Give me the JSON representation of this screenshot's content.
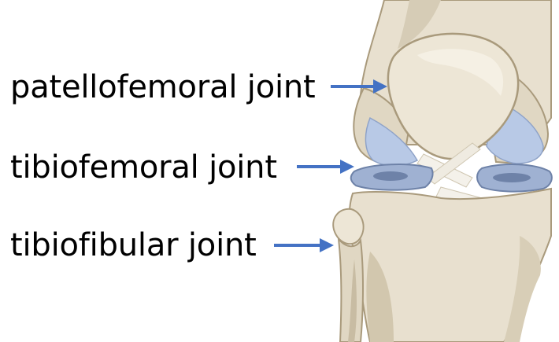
{
  "labels": {
    "patellofemoral": "patellofemoral joint",
    "tibiofemoral": "tibiofemoral joint",
    "tibiofibular": "tibiofibular joint"
  },
  "colors": {
    "background": "#ffffff",
    "text": "#000000",
    "arrow": "#4472c4",
    "bone": "#e8e0cf",
    "bone_shadow": "#b7aa90",
    "bone_outline": "#a99a7c",
    "cartilage": "#b8c9e6",
    "meniscus": "#7d92b8",
    "ligament": "#f4f1ea"
  }
}
